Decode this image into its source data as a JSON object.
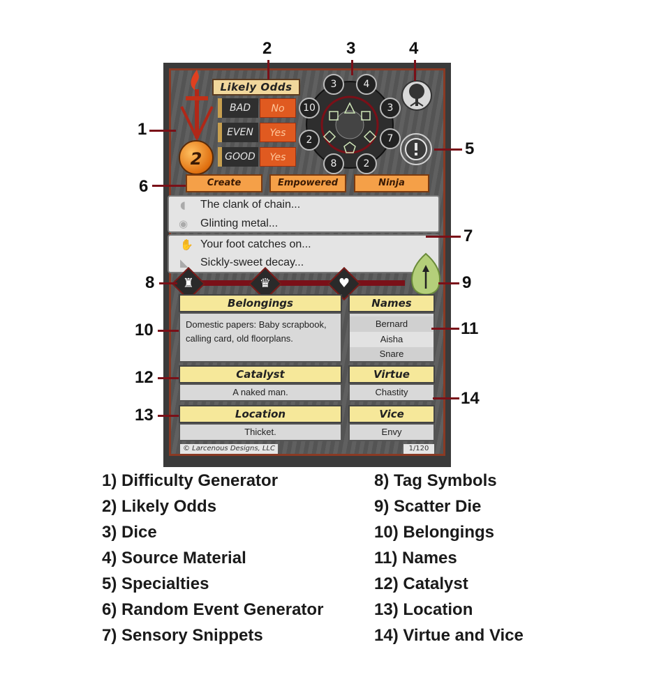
{
  "callouts": [
    "1",
    "2",
    "3",
    "4",
    "5",
    "6",
    "7",
    "8",
    "9",
    "10",
    "11",
    "12",
    "13",
    "14"
  ],
  "card": {
    "likely_odds": {
      "title": "Likely Odds",
      "rows": [
        {
          "label": "BAD",
          "answer": "No"
        },
        {
          "label": "EVEN",
          "answer": "Yes"
        },
        {
          "label": "GOOD",
          "answer": "Yes"
        }
      ]
    },
    "difficulty": "2",
    "dice": [
      "3",
      "4",
      "10",
      "3",
      "2",
      "7",
      "8",
      "2"
    ],
    "specialty_icon": "speech-bubble-exclamation-icon",
    "source_icon": "tree-icon",
    "random_events": [
      "Create",
      "Empowered",
      "Ninja"
    ],
    "snippets": [
      {
        "icon": "ear-icon",
        "text": "The clank of chain..."
      },
      {
        "icon": "eye-icon",
        "text": "Glinting metal..."
      },
      {
        "icon": "hand-icon",
        "text": "Your foot catches on..."
      },
      {
        "icon": "nose-icon",
        "text": "Sickly-sweet decay..."
      }
    ],
    "tags": [
      "tower-icon",
      "crown-icon",
      "heart-icon"
    ],
    "scatter_icon": "arrow-up-icon",
    "belongings": {
      "title": "Belongings",
      "text": "Domestic papers: Baby scrapbook, calling card, old floorplans."
    },
    "names": {
      "title": "Names",
      "list": [
        "Bernard",
        "Aisha",
        "Snare"
      ]
    },
    "catalyst": {
      "title": "Catalyst",
      "text": "A naked man."
    },
    "virtue": {
      "title": "Virtue",
      "text": "Chastity"
    },
    "location": {
      "title": "Location",
      "text": "Thicket."
    },
    "vice": {
      "title": "Vice",
      "text": "Envy"
    },
    "copyright": "© Larcenous Designs, LLC",
    "card_number": "1/120"
  },
  "legend_left": [
    "1) Difficulty Generator",
    "2) Likely Odds",
    "3) Dice",
    "4) Source Material",
    "5) Specialties",
    "6) Random Event Generator",
    "7) Sensory Snippets"
  ],
  "legend_right": [
    "8) Tag Symbols",
    "9) Scatter Die",
    "10) Belongings",
    "11) Names",
    "12) Catalyst",
    "13) Location",
    "14) Virtue and Vice"
  ],
  "colors": {
    "accent": "#7a1018",
    "card_bg": "#3a3a3a",
    "header_yellow": "#f6e89a",
    "orange": "#e05a20"
  }
}
